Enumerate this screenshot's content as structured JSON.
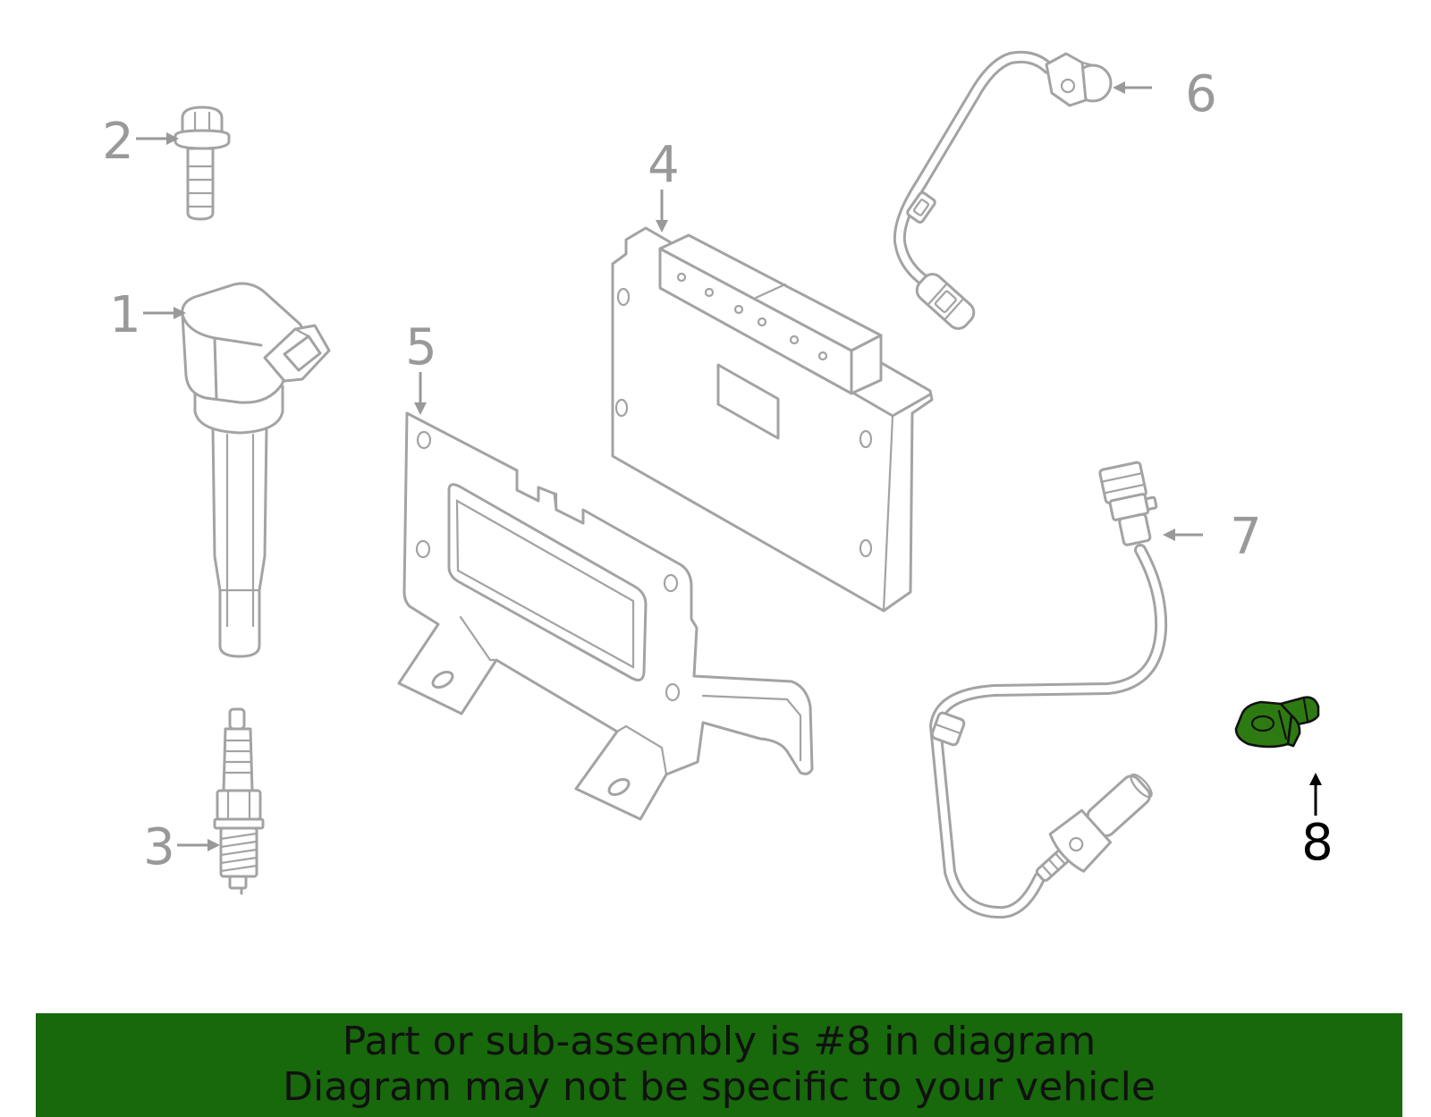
{
  "colors": {
    "banner_bg": "#17690b",
    "part_outline": "#a3a3a3",
    "callout_text": "#999999",
    "highlight_fill": "#2e7a12",
    "highlight_callout": "#000000"
  },
  "callouts": [
    "1",
    "2",
    "3",
    "4",
    "5",
    "6",
    "7",
    "8"
  ],
  "banner": {
    "line1": "Part or sub-assembly is #8 in diagram",
    "line2": "Diagram may not be specific to your vehicle"
  }
}
